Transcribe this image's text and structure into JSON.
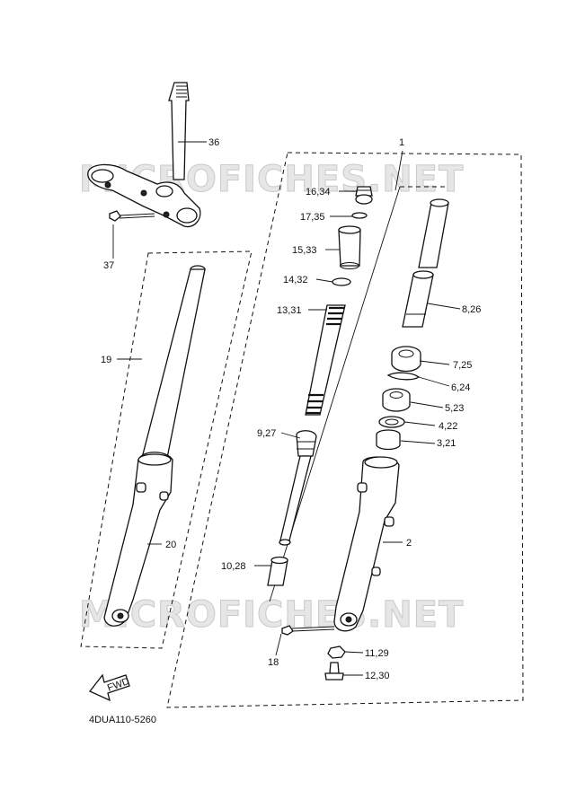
{
  "watermark": "MICROFICHES.NET",
  "diagram_code": "4DUA110-5260",
  "fwd_label": "FWD",
  "labels": {
    "l1": "1",
    "l2": "2",
    "l3": "3,21",
    "l4": "4,22",
    "l5": "5,23",
    "l6": "6,24",
    "l7": "7,25",
    "l8": "8,26",
    "l9": "9,27",
    "l10": "10,28",
    "l11": "11,29",
    "l12": "12,30",
    "l13": "13,31",
    "l14": "14,32",
    "l15": "15,33",
    "l16": "16,34",
    "l17": "17,35",
    "l18": "18",
    "l19": "19",
    "l20": "20",
    "l36": "36",
    "l37": "37"
  }
}
